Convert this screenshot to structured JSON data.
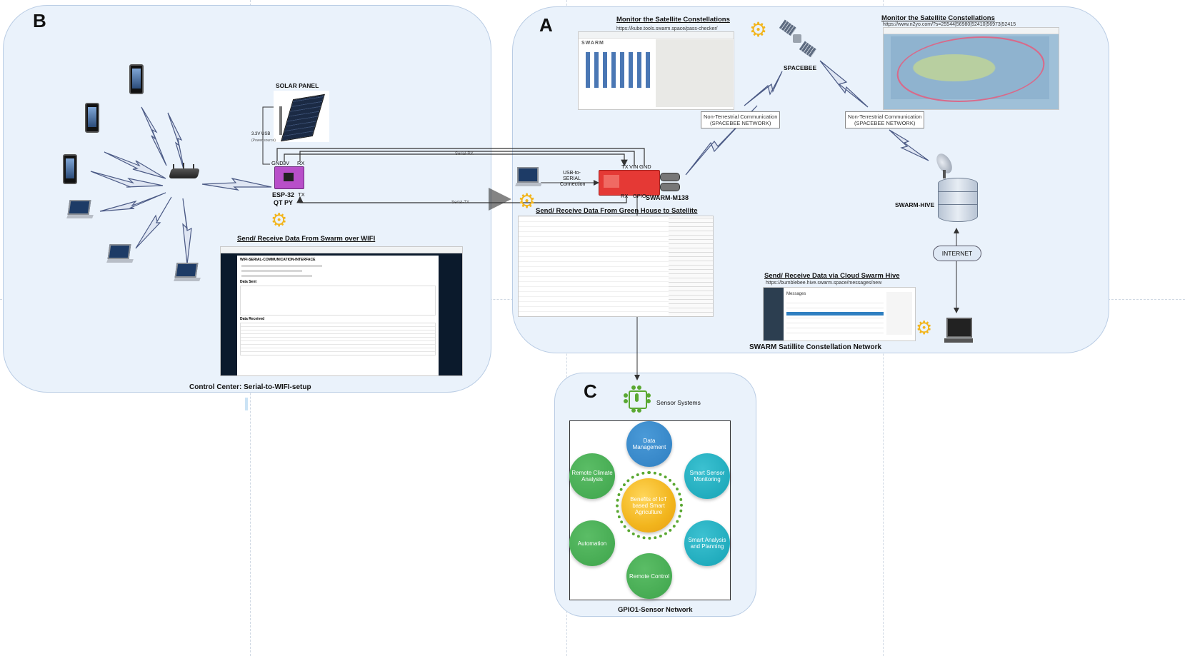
{
  "panels": {
    "a": {
      "letter": "A",
      "caption": "SWARM Satillite Constellation Network"
    },
    "b": {
      "letter": "B",
      "caption": "Control Center: Serial-to-WIFI-setup"
    },
    "c": {
      "letter": "C",
      "caption": "GPIO1-Sensor Network"
    }
  },
  "section_b": {
    "solar_panel": "SOLAR PANEL",
    "power_label_1": "3.3V USB",
    "power_label_2": "(Power source)",
    "pin_gnd": "GND",
    "pin_3v": "3V",
    "pin_rx": "RX",
    "pin_tx": "TX",
    "board_name_1": "ESP-32",
    "board_name_2": "QT PY",
    "wifi_title": "Send/ Receive Data  From Swarm over WIFI",
    "wifi_shot_heading": "WIFI-SERIAL-COMMUNICATION-INTERFACE",
    "wifi_shot_sub": "Data Sent",
    "wifi_shot_received": "Data Received"
  },
  "section_a": {
    "monitor_title_1": "Monitor the Satellite Constellations",
    "monitor_url_1": "https://kube.tools.swarm.space/pass-checker/",
    "monitor_title_2": "Monitor the Satellite Constellations",
    "monitor_url_2": "https://www.n2yo.com/?s=25544|56980|52410|56973|52415",
    "spacebee": "SPACEBEE",
    "ntc_1a": "Non-Terrestrial Communication",
    "ntc_1b": "(SPACEBEE NETWORK)",
    "ntc_2a": "Non-Terrestrial Communication",
    "ntc_2b": "(SPACEBEE NETWORK)",
    "serial_rx": "Serial-RX",
    "serial_tx": "Serial-TX",
    "usb_1": "USB-to-",
    "usb_2": "SERIAL",
    "usb_3": "Connection",
    "pin_tx": "TX",
    "pin_vin": "VIN",
    "pin_gnd": "GND",
    "pin_rx": "RX",
    "pin_gpio": "GPIO",
    "modem": "SWARM-M138",
    "greenhouse_title": "Send/ Receive Data  From Green House to Satellite",
    "swarm_hive": "SWARM-HIVE",
    "internet": "INTERNET",
    "cloud_title": "Send/ Receive Data  via Cloud Swarm Hive",
    "cloud_url": "https://bumblebee.hive.swarm.space/messages/new",
    "hive_shot_heading": "Messages",
    "swarm_logo": "SWARM"
  },
  "section_c": {
    "sensor_title": "Sensor Systems",
    "center": "Benefits of IoT based Smart Agriculture",
    "benefits": [
      "Data Management",
      "Smart Sensor Monitoring",
      "Smart Analysis and Planning",
      "Remote Control",
      "Automation",
      "Remote Climate Analysis"
    ]
  },
  "colors": {
    "panel_fill": "#eaf2fb",
    "panel_border": "#b9cce4",
    "modem_red": "#e53935",
    "board_purple": "#b84fc9",
    "icon_green": "#5aa832",
    "blue_circle": "#2f7fc1",
    "teal_circle": "#16a3b5",
    "green_circle": "#3ea44b",
    "center_yellow": "#f2b51d"
  }
}
